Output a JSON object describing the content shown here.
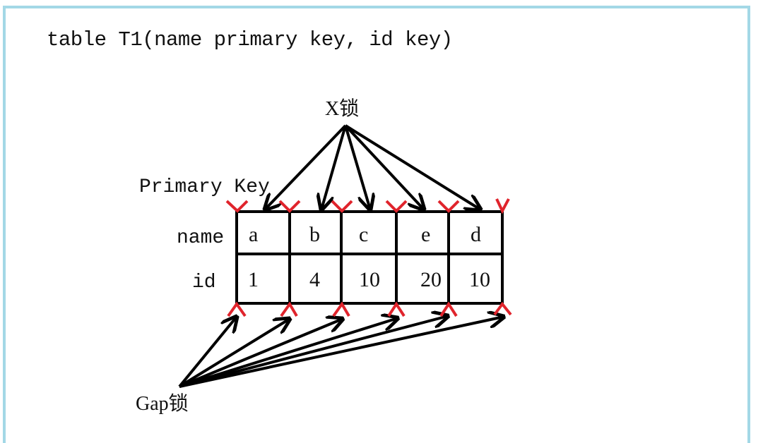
{
  "title": "table T1(name primary key, id key)",
  "labels": {
    "x_lock": "X锁",
    "primary_key": "Primary Key",
    "gap_lock": "Gap锁",
    "row_name": "name",
    "row_id": "id"
  },
  "table": {
    "columns": [
      {
        "name": "a",
        "id": "1"
      },
      {
        "name": "b",
        "id": "4"
      },
      {
        "name": "c",
        "id": "10"
      },
      {
        "name": "e",
        "id": "20"
      },
      {
        "name": "d",
        "id": "10"
      }
    ]
  },
  "colors": {
    "frame": "#a3d8e6",
    "lines": "#000000",
    "gap_markers": "#e0242c"
  }
}
